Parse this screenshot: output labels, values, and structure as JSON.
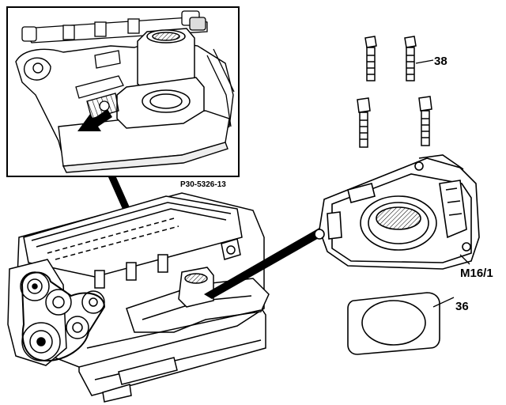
{
  "figure": {
    "code": "P30-5326-13"
  },
  "callouts": {
    "bolts": "38",
    "throttle_body": "M16/1",
    "gasket": "36"
  }
}
